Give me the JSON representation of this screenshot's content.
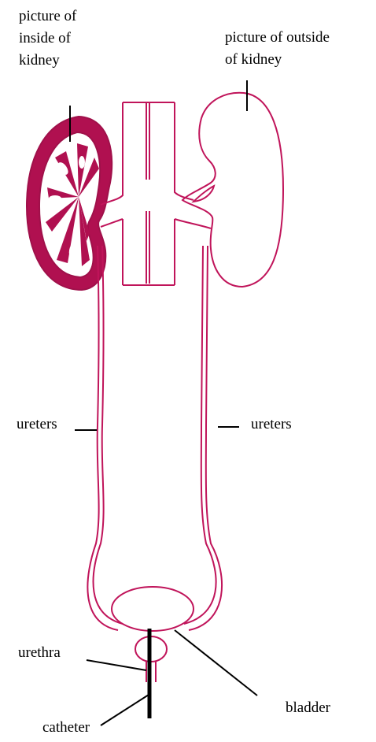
{
  "labels": {
    "inside_kidney": "picture of\ninside of\nkidney",
    "outside_kidney": "picture of outside\nof kidney",
    "ureters_left": "ureters",
    "ureters_right": "ureters",
    "urethra": "urethra",
    "bladder": "bladder",
    "catheter": "catheter"
  },
  "colors": {
    "organ_outline": "#c0145a",
    "organ_fill": "#a0104a",
    "leader_lines": "#000000",
    "background": "#ffffff"
  }
}
